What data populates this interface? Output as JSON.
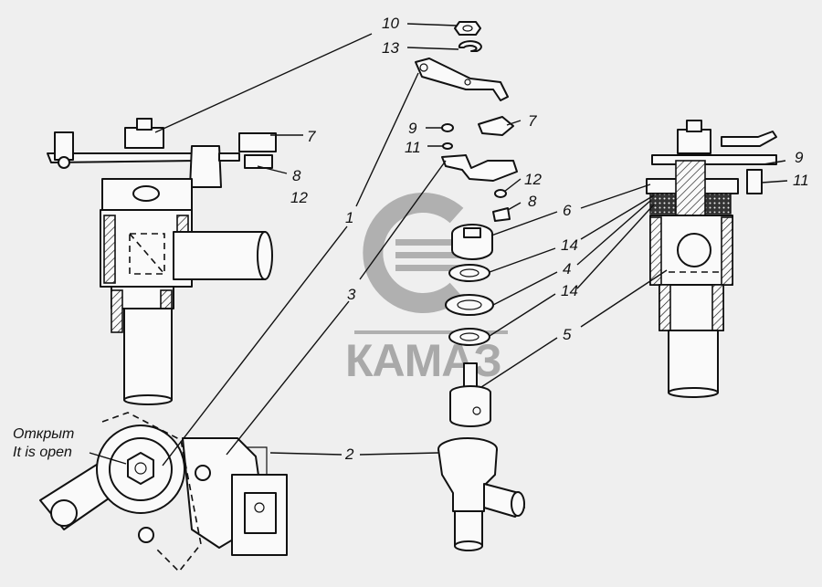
{
  "watermark": {
    "brand": "КАМАЗ"
  },
  "captions": {
    "open_ru": "Открыт",
    "open_en": "It is open"
  },
  "callouts": {
    "c10": "10",
    "c13": "13",
    "c7a": "7",
    "c8a": "8",
    "c12a": "12",
    "c9a": "9",
    "c11a": "11",
    "c7b": "7",
    "c12b": "12",
    "c8b": "8",
    "c1": "1",
    "c3": "3",
    "c6": "6",
    "c14a": "14",
    "c4": "4",
    "c14b": "14",
    "c5": "5",
    "c2": "2",
    "c9b": "9",
    "c11b": "11"
  }
}
